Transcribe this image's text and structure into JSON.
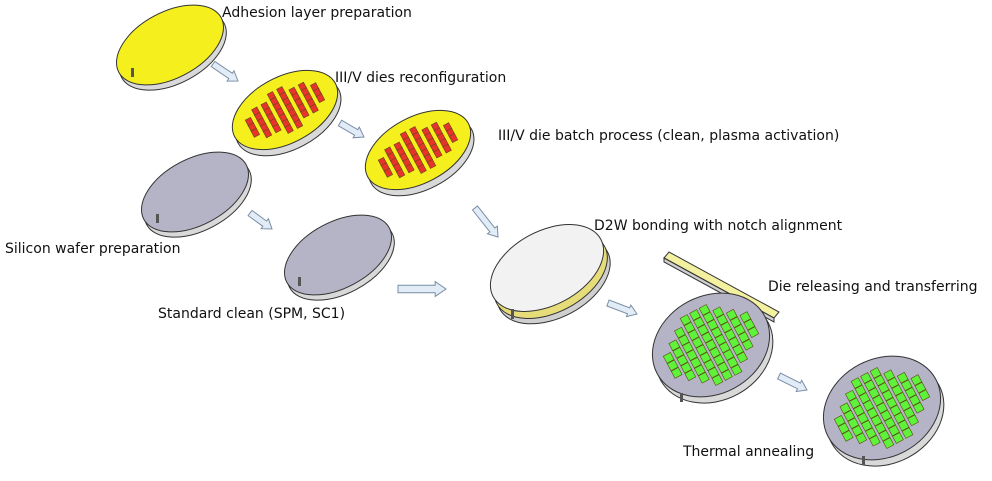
{
  "labels": {
    "adhesion": "Adhesion layer preparation",
    "dies_reconfig": "III/V dies reconfiguration",
    "batch_process": "III/V die batch process (clean, plasma activation)",
    "silicon_prep": "Silicon wafer preparation",
    "standard_clean": "Standard clean (SPM, SC1)",
    "d2w_bonding": "D2W bonding with notch alignment",
    "die_release": "Die releasing and transferring",
    "thermal_anneal": "Thermal annealing"
  },
  "colors": {
    "adhesion_yellow": "#f5ef1e",
    "die_red": "#e8332c",
    "silicon_grey": "#b4b4c6",
    "bonded_white": "#f2f2f2",
    "die_green": "#5ef23a",
    "arrow_fill": "#e2ecf7",
    "arrow_stroke": "#7a8ea6",
    "edge": "#333333"
  },
  "icons": {
    "wafer": "wafer-icon",
    "arrow": "process-arrow-icon",
    "carrier": "carrier-tape-icon"
  }
}
